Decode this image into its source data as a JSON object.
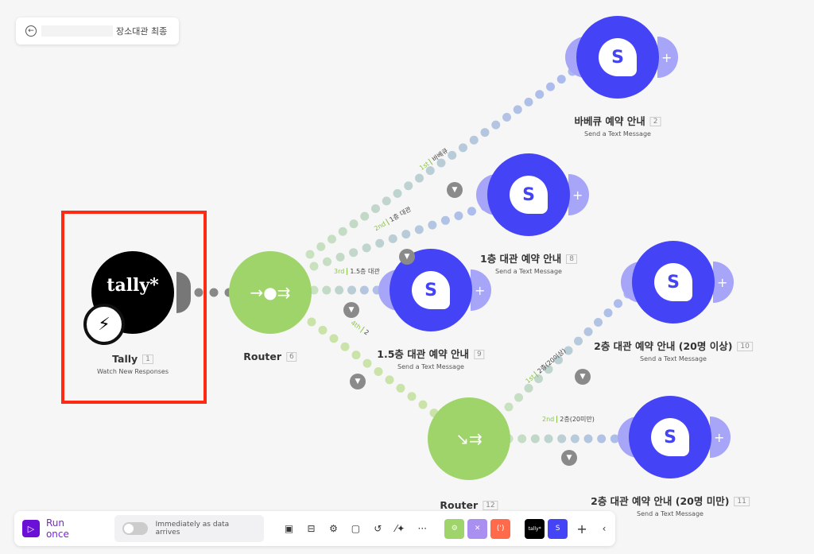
{
  "header": {
    "title": "장소대관 최종",
    "back_icon": "arrow-left-circle-icon"
  },
  "colors": {
    "router": "#9fd46b",
    "message_app": "#4443f6",
    "highlight": "#ff2a14",
    "accent": "#6b10d6"
  },
  "trigger": {
    "name": "Tally",
    "logo_text": "tally*",
    "id": "1",
    "action": "Watch New Responses",
    "badge_icon": "lightning-icon"
  },
  "router1": {
    "name": "Router",
    "id": "6",
    "routes": [
      {
        "order": "1st",
        "label": "바베큐"
      },
      {
        "order": "2nd",
        "label": "1층 대관"
      },
      {
        "order": "3rd",
        "label": "1.5층 대관"
      },
      {
        "order": "4th",
        "label": "2"
      }
    ]
  },
  "router2": {
    "name": "Router",
    "id": "12",
    "routes": [
      {
        "order": "1st",
        "label": "2층(20이상)"
      },
      {
        "order": "2nd",
        "label": "2층(20미만)"
      }
    ]
  },
  "modules": [
    {
      "name": "바베큐 예약 안내",
      "id": "2",
      "action": "Send a Text Message"
    },
    {
      "name": "1층 대관 예약 안내",
      "id": "8",
      "action": "Send a Text Message"
    },
    {
      "name": "1.5층 대관 예약 안내",
      "id": "9",
      "action": "Send a Text Message"
    },
    {
      "name": "2층 대관 예약 안내 (20명 이상)",
      "id": "10",
      "action": "Send a Text Message"
    },
    {
      "name": "2층 대관 예약 안내 (20명 미만)",
      "id": "11",
      "action": "Send a Text Message"
    }
  ],
  "toolbar": {
    "run_label": "Run once",
    "schedule_label": "Immediately as data arrives",
    "schedule_on": false,
    "icons": [
      "save-icon",
      "scenario-io-icon",
      "settings-icon",
      "notes-icon",
      "undo-icon",
      "auto-align-icon",
      "more-icon"
    ],
    "apps": [
      {
        "name": "tools",
        "color": "#9fd46b"
      },
      {
        "name": "flow-control",
        "color": "#a98ff0"
      },
      {
        "name": "text-parser",
        "color": "#ff6b4a"
      },
      {
        "name": "tally",
        "color": "#000000"
      },
      {
        "name": "message-app",
        "color": "#4443f6"
      }
    ]
  }
}
